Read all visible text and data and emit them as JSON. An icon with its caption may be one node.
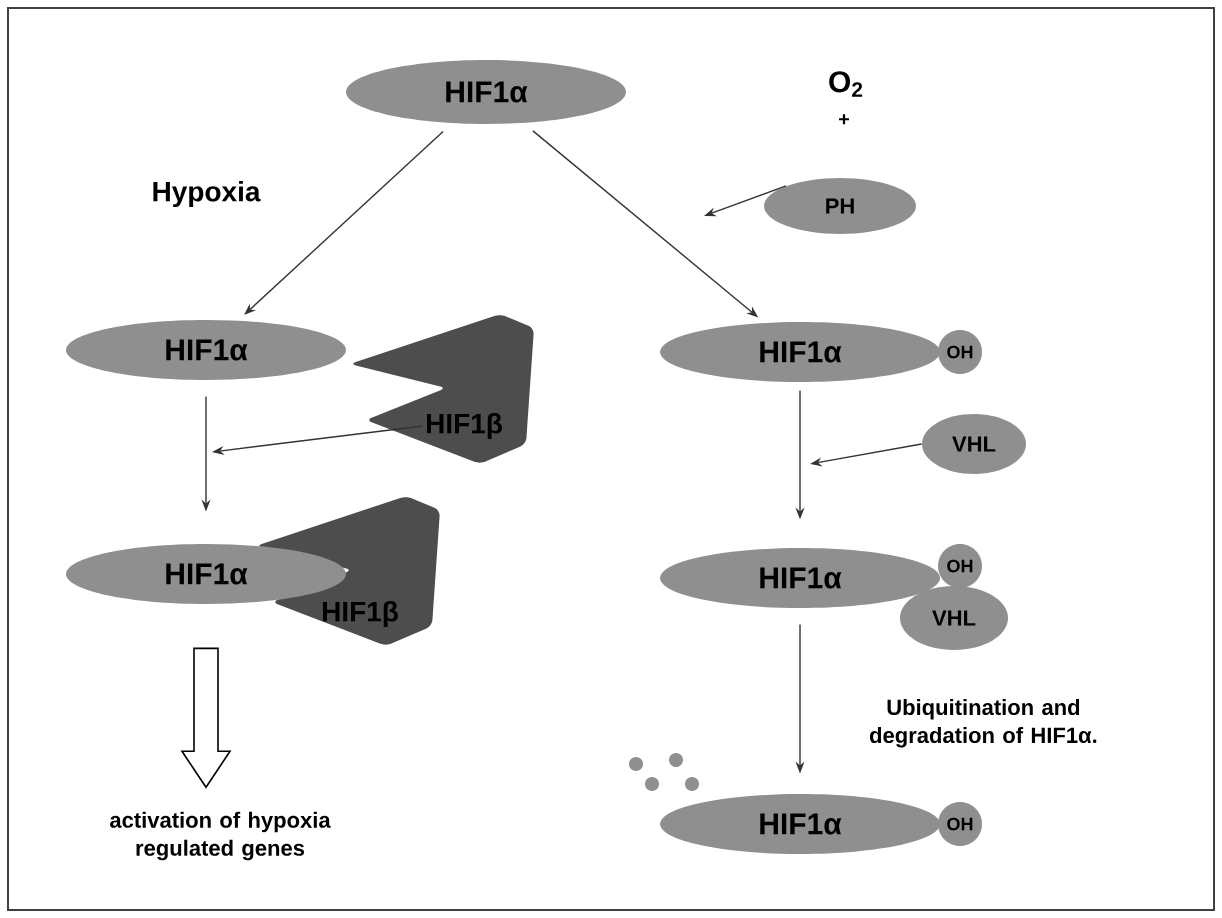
{
  "diagram": {
    "nodes": [
      {
        "text": [
          "HIF1α"
        ]
      },
      {
        "text": [
          "PH"
        ]
      },
      {
        "text": [
          "HIF1α"
        ]
      },
      {
        "text": [
          "HIF1β"
        ]
      },
      {
        "text": [
          "HIF1α"
        ]
      },
      {
        "text": [
          "OH"
        ]
      },
      {
        "text": [
          "VHL"
        ]
      },
      {
        "text": [
          "HIF1α"
        ]
      },
      {
        "text": [
          "HIF1β"
        ]
      },
      {
        "text": [
          "HIF1α"
        ]
      },
      {
        "text": [
          "OH"
        ]
      },
      {
        "text": [
          "VHL"
        ]
      },
      {
        "text": [
          "HIF1α"
        ]
      },
      {
        "text": [
          "OH"
        ]
      },
      {
        "text": [
          "activation of hypoxia regulated genes"
        ]
      }
    ],
    "edges": [
      {
        "from": 0,
        "to": 2,
        "arrow": "to"
      },
      {
        "from": 0,
        "to": 4,
        "arrow": "to"
      },
      {
        "from": 1,
        "to": null,
        "arrow": "to"
      },
      {
        "from": 2,
        "to": 7,
        "arrow": "to"
      },
      {
        "from": 3,
        "to": null,
        "arrow": "to"
      },
      {
        "from": 7,
        "to": 14,
        "arrow": "to",
        "style": "thick"
      },
      {
        "from": 4,
        "to": 9,
        "arrow": "to"
      },
      {
        "from": 6,
        "to": null,
        "arrow": "to"
      },
      {
        "from": 9,
        "to": 12,
        "arrow": "to",
        "label": "Ubiquitination and degradation of HIF1α."
      }
    ],
    "labels": [
      "O$_{2}$",
      "+",
      "Hypoxia"
    ]
  }
}
